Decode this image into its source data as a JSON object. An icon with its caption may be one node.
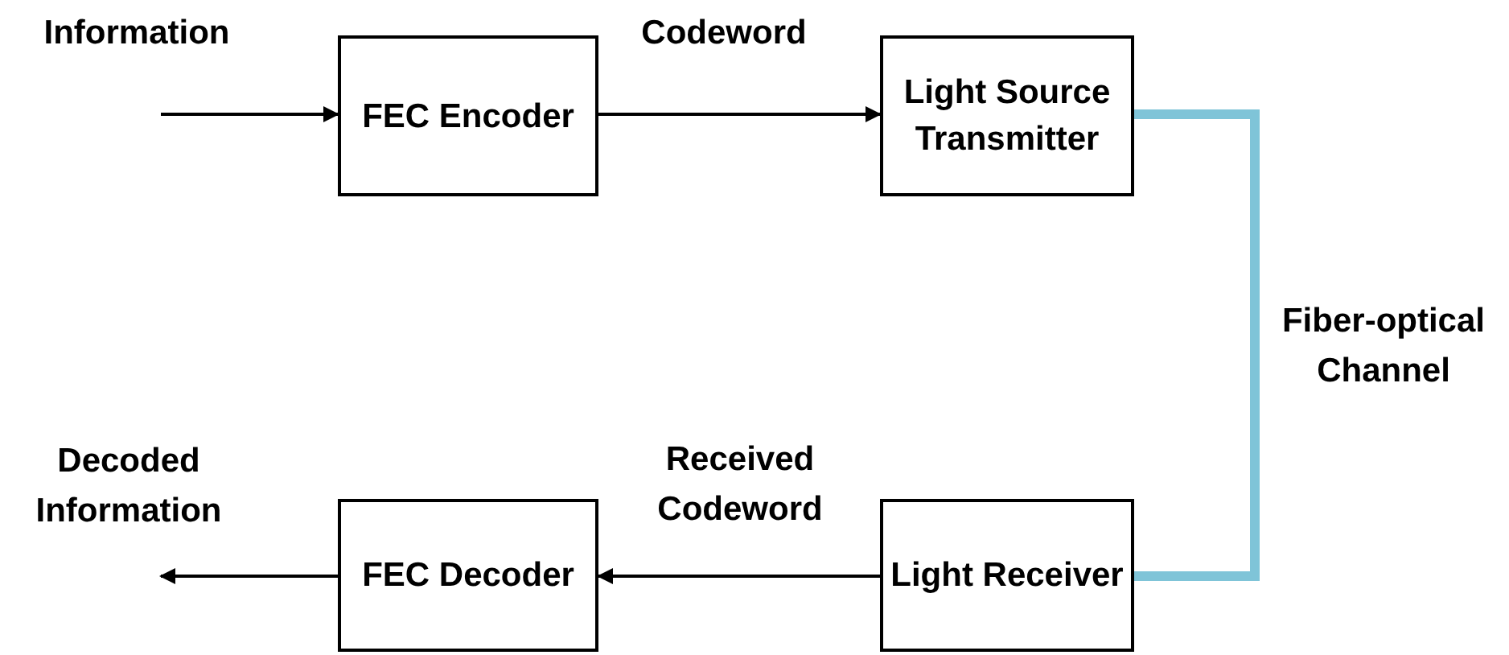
{
  "diagram": {
    "nodes": [
      {
        "text": [
          "FEC Encoder"
        ]
      },
      {
        "text": [
          "Light Source Transmitter"
        ]
      },
      {
        "text": [
          "Light Receiver"
        ]
      },
      {
        "text": [
          "FEC Decoder"
        ]
      }
    ],
    "edges": [
      {
        "from": null,
        "to": 0,
        "arrow": "to",
        "label": "Information"
      },
      {
        "from": 0,
        "to": 1,
        "arrow": "to",
        "label": "Codeword"
      },
      {
        "from": 1,
        "to": 2,
        "arrow": "none",
        "label": "Fiber-optical Channel",
        "style": "thick",
        "color": "#7fc4d8"
      },
      {
        "from": 2,
        "to": 3,
        "arrow": "to",
        "label": "Received Codeword"
      },
      {
        "from": 3,
        "to": null,
        "arrow": "to",
        "label": "Decoded Information"
      }
    ]
  }
}
